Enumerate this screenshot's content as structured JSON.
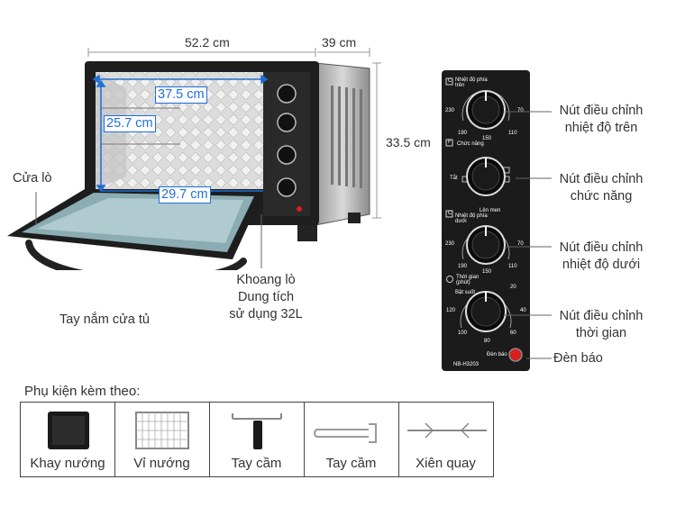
{
  "dimensions": {
    "width": "52.2 cm",
    "depth": "39 cm",
    "height": "33.5 cm",
    "interior_width": "37.5 cm",
    "interior_height": "25.7 cm",
    "interior_depth": "29.7 cm"
  },
  "oven_labels": {
    "door": "Cửa lò",
    "handle": "Tay nắm cửa tủ",
    "chamber_line1": "Khoang lò",
    "chamber_line2": "Dung tích",
    "chamber_line3": "sử dụng 32L"
  },
  "panel": {
    "top_temp_title": "Nhiệt độ phía trên",
    "function_title": "Chức năng",
    "function_off": "Tắt",
    "function_on": "Lên men",
    "bottom_temp_title": "Nhiệt độ phía dưới",
    "timer_title": "Thời gian (phút)",
    "timer_on": "Bật suốt",
    "lamp_label": "Đèn báo",
    "model": "NB-H3203",
    "temp_ticks": [
      "230",
      "190",
      "150",
      "110",
      "70"
    ],
    "timer_ticks": [
      "20",
      "40",
      "60",
      "80",
      "100",
      "120"
    ],
    "section_letters": [
      "C",
      "F",
      "C"
    ]
  },
  "callouts": {
    "top_temp_line1": "Nút điều chỉnh",
    "top_temp_line2": "nhiệt độ trên",
    "function_line1": "Nút điều chỉnh",
    "function_line2": "chức năng",
    "bottom_temp_line1": "Nút điều chỉnh",
    "bottom_temp_line2": "nhiệt độ dưới",
    "timer_line1": "Nút điều chỉnh",
    "timer_line2": "thời gian",
    "lamp": "Đèn báo"
  },
  "accessories": {
    "title": "Phụ kiện kèm theo:",
    "items": [
      "Khay nướng",
      "Vỉ nướng",
      "Tay cầm",
      "Tay cầm",
      "Xiên quay"
    ]
  },
  "colors": {
    "accent": "#1f6fd6",
    "panel": "#1b1b1b",
    "lamp": "#d81e1e"
  }
}
